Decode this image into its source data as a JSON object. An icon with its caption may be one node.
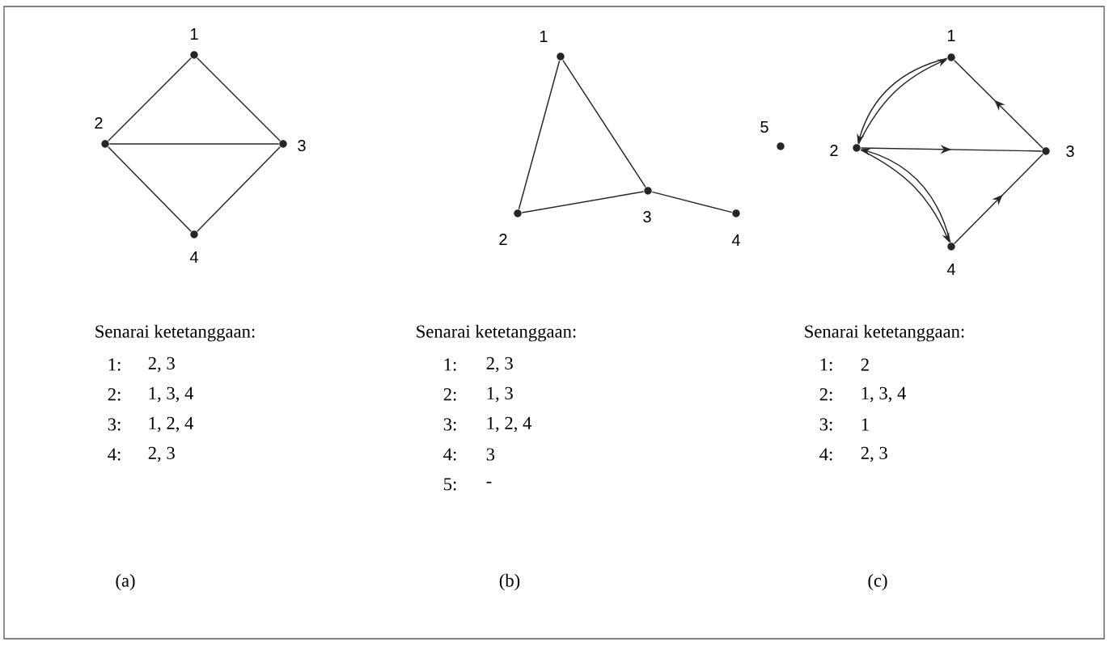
{
  "diagram": {
    "nodes": [
      {
        "text": [
          "1"
        ]
      },
      {
        "text": [
          "2"
        ]
      },
      {
        "text": [
          "3"
        ]
      },
      {
        "text": [
          "4"
        ]
      },
      {
        "text": [
          "1"
        ]
      },
      {
        "text": [
          "2"
        ]
      },
      {
        "text": [
          "3"
        ]
      },
      {
        "text": [
          "4"
        ]
      },
      {
        "text": [
          "5"
        ]
      },
      {
        "text": [
          "1"
        ]
      },
      {
        "text": [
          "2"
        ]
      },
      {
        "text": [
          "3"
        ]
      },
      {
        "text": [
          "4"
        ]
      }
    ],
    "edges": [
      {
        "from": 0,
        "to": 1,
        "arrow": "none"
      },
      {
        "from": 0,
        "to": 2,
        "arrow": "none"
      },
      {
        "from": 1,
        "to": 2,
        "arrow": "none"
      },
      {
        "from": 1,
        "to": 3,
        "arrow": "none"
      },
      {
        "from": 2,
        "to": 3,
        "arrow": "none"
      },
      {
        "from": 4,
        "to": 5,
        "arrow": "none"
      },
      {
        "from": 4,
        "to": 6,
        "arrow": "none"
      },
      {
        "from": 5,
        "to": 6,
        "arrow": "none"
      },
      {
        "from": 6,
        "to": 7,
        "arrow": "none"
      },
      {
        "from": 9,
        "to": 10,
        "arrow": "to"
      },
      {
        "from": 10,
        "to": 9,
        "arrow": "to"
      },
      {
        "from": 10,
        "to": 11,
        "arrow": "to"
      },
      {
        "from": 11,
        "to": 9,
        "arrow": "to"
      },
      {
        "from": 10,
        "to": 12,
        "arrow": "to"
      },
      {
        "from": 12,
        "to": 10,
        "arrow": "to"
      },
      {
        "from": 12,
        "to": 11,
        "arrow": "to"
      }
    ],
    "labels": [
      "Senarai ketetanggaan:",
      "1:",
      "2, 3",
      "2:",
      "1, 3, 4",
      "3:",
      "1, 2, 4",
      "4:",
      "2, 3",
      "Senarai ketetanggaan:",
      "1:",
      "2, 3",
      "2:",
      "1, 3",
      "3:",
      "1, 2, 4",
      "4:",
      "3",
      "5:",
      "-",
      "Senarai ketetanggaan:",
      "1:",
      "2",
      "2:",
      "1, 3, 4",
      "3:",
      "1",
      "4:",
      "2, 3",
      "(a)",
      "(b)",
      "(c)"
    ]
  }
}
